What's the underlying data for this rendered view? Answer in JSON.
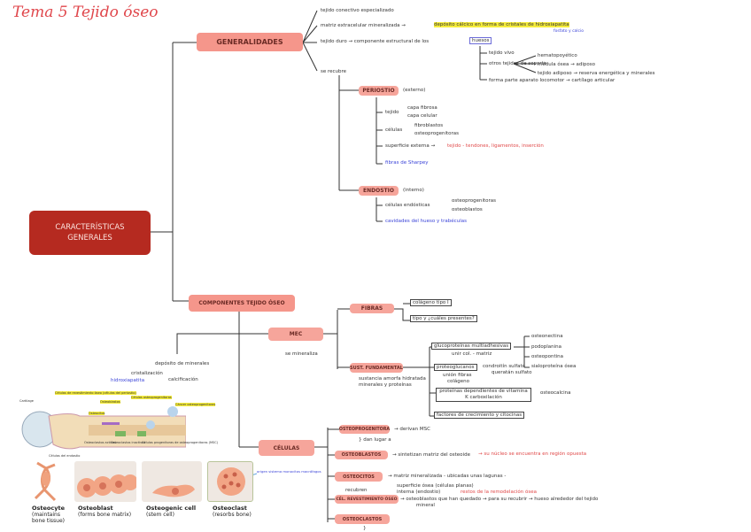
{
  "title": "Tema 5 Tejido óseo",
  "main": "CARACTERÍSTICAS GENERALES",
  "generalidades": {
    "label": "GENERALIDADES",
    "items": [
      "tejido conectivo especializado",
      "matriz extracelular mineralizada →",
      "tejido duro → componente estructural de los",
      "se recubre"
    ],
    "highlight": "depósito cálcico en forma de cristales de hidroxiapatita",
    "highlight_note": "fosfato y calcio",
    "boxed": "huesos",
    "sub": [
      "tejido vivo",
      "otros tejidos de soporte",
      "forma parte aparato locomotor → cartílago articular"
    ],
    "soporte": [
      "hematopoyético",
      "médula ósea → adiposo",
      "tejido adiposo → reserva energética y minerales"
    ]
  },
  "periostio": {
    "label": "PERIOSTIO",
    "note": "(externo)",
    "tejido": "tejido",
    "tejido_items": [
      "capa fibrosa",
      "capa celular"
    ],
    "celulas": "células",
    "celulas_items": [
      "fibroblastos",
      "osteoprogenitoras"
    ],
    "superficie": "superficie externa →",
    "superficie_red": "tejido - tendones, ligamentos, inserción",
    "sharpey": "fibras de Sharpey"
  },
  "endostio": {
    "label": "ENDOSTIO",
    "note": "(interno)",
    "celulas": "células endósticas",
    "celulas_items": [
      "osteoprogenitoras",
      "osteoblastos"
    ],
    "cavidades": "cavidades del hueso y trabéculas"
  },
  "componentes": {
    "label": "COMPONENTES TEJIDO ÓSEO",
    "mec": {
      "label": "MEC",
      "note": "se mineraliza",
      "deposito": "depósito de minerales",
      "left": "cristalización",
      "left_blue": "hidroxiapatita",
      "right": "calcificación"
    },
    "fibras": {
      "label": "FIBRAS",
      "items": [
        "colágeno tipo I",
        "tipo y ¿cuáles presentes?"
      ]
    },
    "sust": {
      "label": "SUST. FUNDAMENTAL",
      "note": [
        "sustancia amorfa hidratada",
        "minerales y proteínas"
      ],
      "glico": "glucoproteínas multiadhesivas",
      "glico_note": "unir col. - matriz",
      "glico_list": [
        "osteonectina",
        "podoplanina",
        "osteopontina",
        "sialoproteína ósea"
      ],
      "proteo": "proteoglucanos",
      "proteo_note": [
        "condroitín sulfato",
        "queratán sulfato"
      ],
      "proteo_sub": [
        "unión fibras",
        "colágeno"
      ],
      "vitk": "proteínas dependientes de vitamina K carboxilación",
      "vitk_right": "osteocalcina",
      "factores": "factores de crecimiento y citocinas"
    }
  },
  "celulas": {
    "label": "CÉLULAS",
    "items": [
      {
        "label": "OSTEOPROGENITORA",
        "desc": "→ derivan MSC",
        "sub": "} dan lugar a"
      },
      {
        "label": "OSTEOBLASTOS",
        "desc": "→ sintetizan matriz del osteoide",
        "red": "→ su núcleo se encuentra en región opuesta"
      },
      {
        "label": "OSTEOCITOS",
        "desc": "→ matriz mineralizada - ubicadas unas lagunas -",
        "extra": [
          "superficie ósea (células planas)",
          "interna (endostio)"
        ],
        "extra_label": "recubren",
        "extra_red": "restos de la remodelación ósea"
      },
      {
        "label": "CÉL. REVESTIMIENTO ÓSEO",
        "desc": "→ osteoblastos que han quedado → para su recubrir → hueso alrededor del tejido",
        "desc2": "mineral"
      },
      {
        "label": "OSTEOCLASTOS",
        "desc": "",
        "sub": "}"
      }
    ]
  },
  "figure": {
    "labels": [
      "Cartilage",
      "Células de revestimiento óseo (células del periostio)",
      "Osteocitos",
      "Osteoblastos",
      "Células osteoprogenitoras",
      "Cáncer osteoprogenitoras",
      "Osteoclastos activos",
      "Osteoclastos inactivos",
      "Células progenitoras de osteoprogenitoras (MSC)",
      "Células del endostio"
    ],
    "note": "origen sistema monocitos macrófagos",
    "cells": [
      {
        "name": "Osteocyte",
        "desc": "(maintains bone tissue)"
      },
      {
        "name": "Osteoblast",
        "desc": "(forms bone matrix)"
      },
      {
        "name": "Osteogenic cell",
        "desc": "(stem cell)"
      },
      {
        "name": "Osteoclast",
        "desc": "(resorbs bone)"
      }
    ]
  },
  "colors": {
    "main": "#b52a20",
    "box": "#f6a59b",
    "title": "#e0474c",
    "highlight": "#f5ec3b",
    "blue": "#3b44d8"
  }
}
